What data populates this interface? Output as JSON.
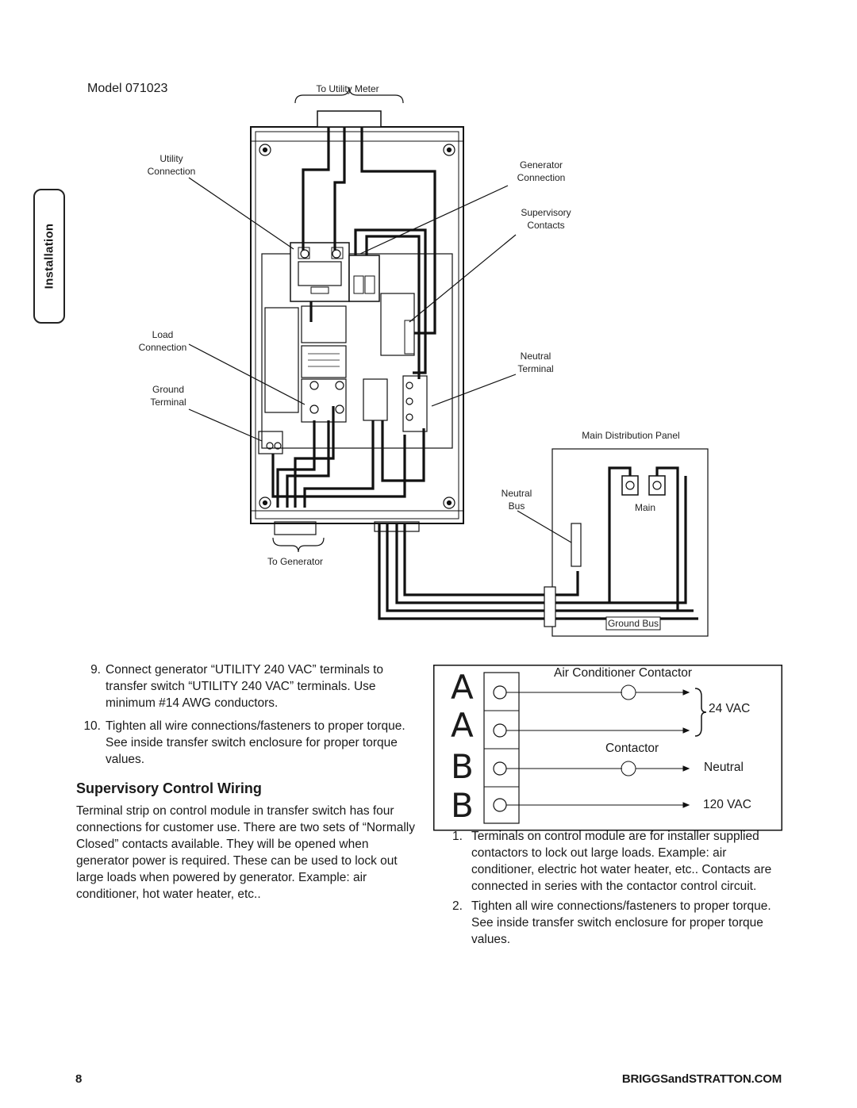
{
  "side_tab": {
    "label": "Installation"
  },
  "figure": {
    "model": "Model 071023",
    "labels": {
      "to_utility_meter": "To Utility Meter",
      "utility_connection": "Utility\nConnection",
      "generator_connection": "Generator\nConnection",
      "supervisory_contacts": "Supervisory\nContacts",
      "load_connection": "Load\nConnection",
      "ground_terminal": "Ground\nTerminal",
      "neutral_terminal": "Neutral\nTerminal",
      "main_distribution_panel": "Main Distribution Panel",
      "neutral_bus": "Neutral\nBus",
      "main": "Main",
      "to_generator": "To Generator",
      "ground_bus": "Ground Bus"
    }
  },
  "steps": [
    {
      "num": "9.",
      "text": "Connect generator “UTILITY 240 VAC” terminals to transfer switch “UTILITY 240 VAC” terminals. Use minimum #14 AWG conductors."
    },
    {
      "num": "10.",
      "text": "Tighten all wire connections/fasteners to proper torque. See inside transfer switch enclosure for proper torque values."
    }
  ],
  "section": {
    "heading": "Supervisory Control Wiring",
    "body": "Terminal strip on control module in transfer switch has four connections for customer use. There are two sets of “Normally Closed” contacts available. They will be opened when generator power is required. These can be used to lock out large loads when powered by generator. Example: air conditioner, hot water heater, etc.."
  },
  "contactor_diagram": {
    "letters": [
      "A",
      "A",
      "B",
      "B"
    ],
    "air_conditioner_contactor": "Air Conditioner Contactor",
    "vac24": "24 VAC",
    "contactor": "Contactor",
    "neutral": "Neutral",
    "vac120": "120 VAC"
  },
  "notes": [
    {
      "num": "1.",
      "text": "Terminals on control module are for installer supplied contactors to lock out large loads. Example: air conditioner, electric hot water heater, etc.. Contacts are connected in series with the contactor control circuit."
    },
    {
      "num": "2.",
      "text": "Tighten all wire connections/fasteners to proper torque. See inside transfer switch enclosure for proper torque values."
    }
  ],
  "footer": {
    "page_number": "8",
    "website": "BRIGGSandSTRATTON.COM"
  }
}
